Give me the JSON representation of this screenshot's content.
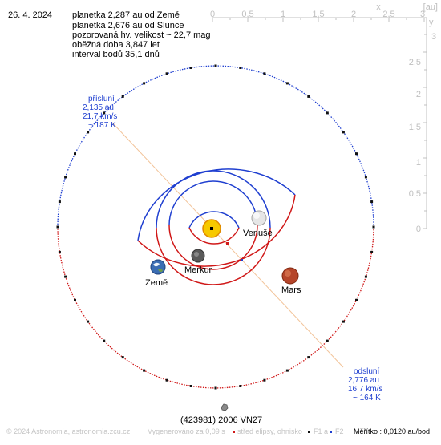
{
  "info": {
    "date": "26. 4. 2024",
    "line_earth_dist": "planetka 2,287 au od Země",
    "line_sun_dist": "planetka 2,676 au od Slunce",
    "line_magnitude": "pozorovaná hv. velikost ~ 22,7 mag",
    "line_period": "oběžná doba 3,847 let",
    "line_interval": "interval bodů 35,1 dnů"
  },
  "axes": {
    "unit": "[au]",
    "x_label": "x",
    "y_label": "y",
    "x_ticks": [
      "0",
      "0,5",
      "1",
      "1,5",
      "2",
      "2,5",
      "3"
    ],
    "y_ticks": [
      "3",
      "2,5",
      "2",
      "1,5",
      "1",
      "0,5",
      "0"
    ]
  },
  "planets": [
    {
      "name": "Venuše",
      "color": "#e0e0e0"
    },
    {
      "name": "Merkur",
      "color": "#5e5e5e"
    },
    {
      "name": "Země",
      "color": "#3b6db3"
    },
    {
      "name": "Mars",
      "color": "#b5452a"
    }
  ],
  "perihelion": {
    "title": "přísluní",
    "distance": "2,135 au",
    "speed": "21,7 km/s",
    "temperature": "~ 187 K"
  },
  "aphelion": {
    "title": "odsluní",
    "distance": "2,776 au",
    "speed": "16,7 km/s",
    "temperature": "~ 164 K"
  },
  "asteroid_name": "(423981) 2006 VN27",
  "footer": {
    "copyright": "© 2024 Astronomia, astronomia.zcu.cz",
    "generated": "Vygenerováno za 0,09 s",
    "legend_center": "střed elipsy, ohnisko",
    "legend_foci": "F1 a",
    "legend_f2": "F2",
    "scale": "Měřítko : 0,0120 au/bod"
  },
  "colors": {
    "orbit_above": "#1f3fd0",
    "orbit_below": "#d01818",
    "axis": "#c0c0c0",
    "apsis_line": "#f2c49a",
    "sun": "#f7c900"
  }
}
